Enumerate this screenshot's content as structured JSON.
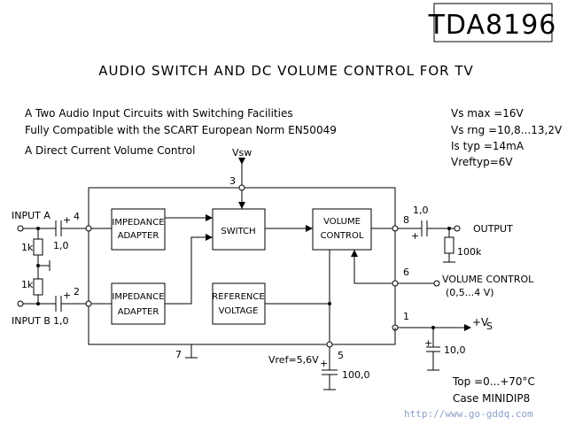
{
  "chip": {
    "part_number": "TDA8196"
  },
  "title": "AUDIO SWITCH AND DC  VOLUME CONTROL FOR TV",
  "features": [
    "A Two Audio Input Circuits with Switching Facilities",
    "Fully Compatible with the SCART European Norm EN50049",
    "A Direct Current Volume Control"
  ],
  "specs": [
    "Vs max =16V",
    "Vs rng =10,8...13,2V",
    "Is typ   =14mA",
    "Vreftyp=6V"
  ],
  "blocks": {
    "impedance_a": [
      "IMPEDANCE",
      "ADAPTER"
    ],
    "impedance_b": [
      "IMPEDANCE",
      "ADAPTER"
    ],
    "switch": "SWITCH",
    "volume": [
      "VOLUME",
      "CONTROL"
    ],
    "reference": [
      "REFERENCE",
      "VOLTAGE"
    ]
  },
  "pins": {
    "p1": "1",
    "p2": "2",
    "p3": "3",
    "p4": "4",
    "p5": "5",
    "p6": "6",
    "p7": "7",
    "p8": "8"
  },
  "signals": {
    "input_a": "INPUT A",
    "input_b": "INPUT B",
    "vsw": "Vsw",
    "output": "OUTPUT",
    "volume_control": "VOLUME CONTROL",
    "volume_range": "(0,5...4  V)",
    "supply": "+V",
    "supply_sub": "S",
    "vref": "Vref=5,6V"
  },
  "components": {
    "c_in_a": "1,0",
    "c_in_b": "1,0",
    "r_top": "1k",
    "r_bottom": "1k",
    "c_out": "1,0",
    "r_load": "100k",
    "c_supply": "10,0",
    "c_vref": "100,0",
    "plus": "+"
  },
  "footer": {
    "temp": "Top  =0...+70°C",
    "case": "Case  MINIDIP8"
  },
  "watermark": "http://www.go-gddq.com"
}
